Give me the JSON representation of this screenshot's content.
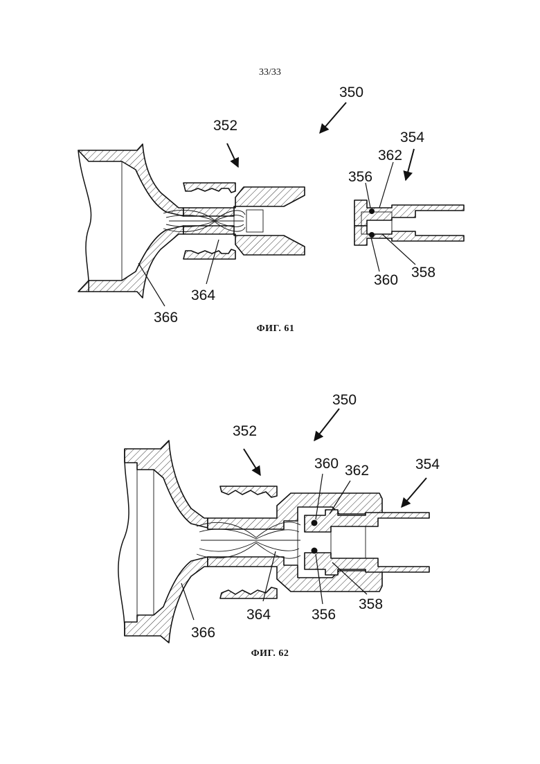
{
  "page_number": "33/33",
  "figures": [
    {
      "caption": "ФИГ. 61",
      "labels": {
        "assembly": "350",
        "first_part": "352",
        "second_part": "354",
        "seal_front": "356",
        "inner_sleeve": "358",
        "seal_rear": "360",
        "retainer": "362",
        "valve": "364",
        "funnel": "366"
      }
    },
    {
      "caption": "ФИГ. 62",
      "labels": {
        "assembly": "350",
        "first_part": "352",
        "second_part": "354",
        "seal_rear": "360",
        "retainer": "362",
        "valve": "364",
        "seal_front": "356",
        "inner_sleeve": "358",
        "funnel": "366"
      }
    }
  ]
}
